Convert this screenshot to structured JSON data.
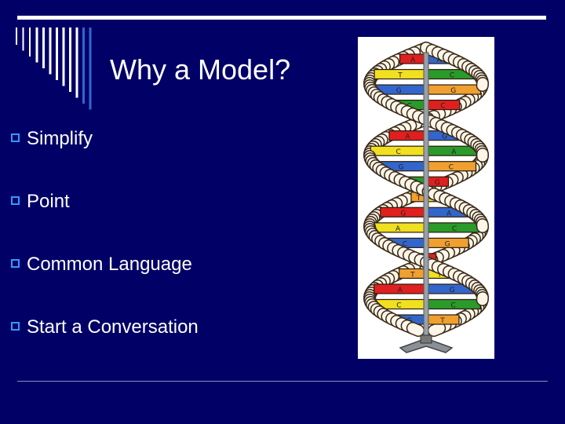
{
  "slide": {
    "title": "Why a Model?",
    "bullets": [
      "Simplify",
      "Point",
      "Common Language",
      "Start a Conversation"
    ]
  },
  "colors": {
    "background": "#000066",
    "bullet_marker": "#3399ff",
    "accent_stripes": "#ffffff",
    "stripe_blue": "#3366cc"
  },
  "dna": {
    "letters": [
      "A",
      "T",
      "G",
      "C",
      "T",
      "A",
      "C",
      "G",
      "C",
      "T",
      "G",
      "A",
      "C",
      "G",
      "T",
      "A",
      "C",
      "G"
    ],
    "base_colors": [
      "#e02020",
      "#f0e020",
      "#3366cc",
      "#2a9a2a",
      "#f0a030"
    ]
  }
}
